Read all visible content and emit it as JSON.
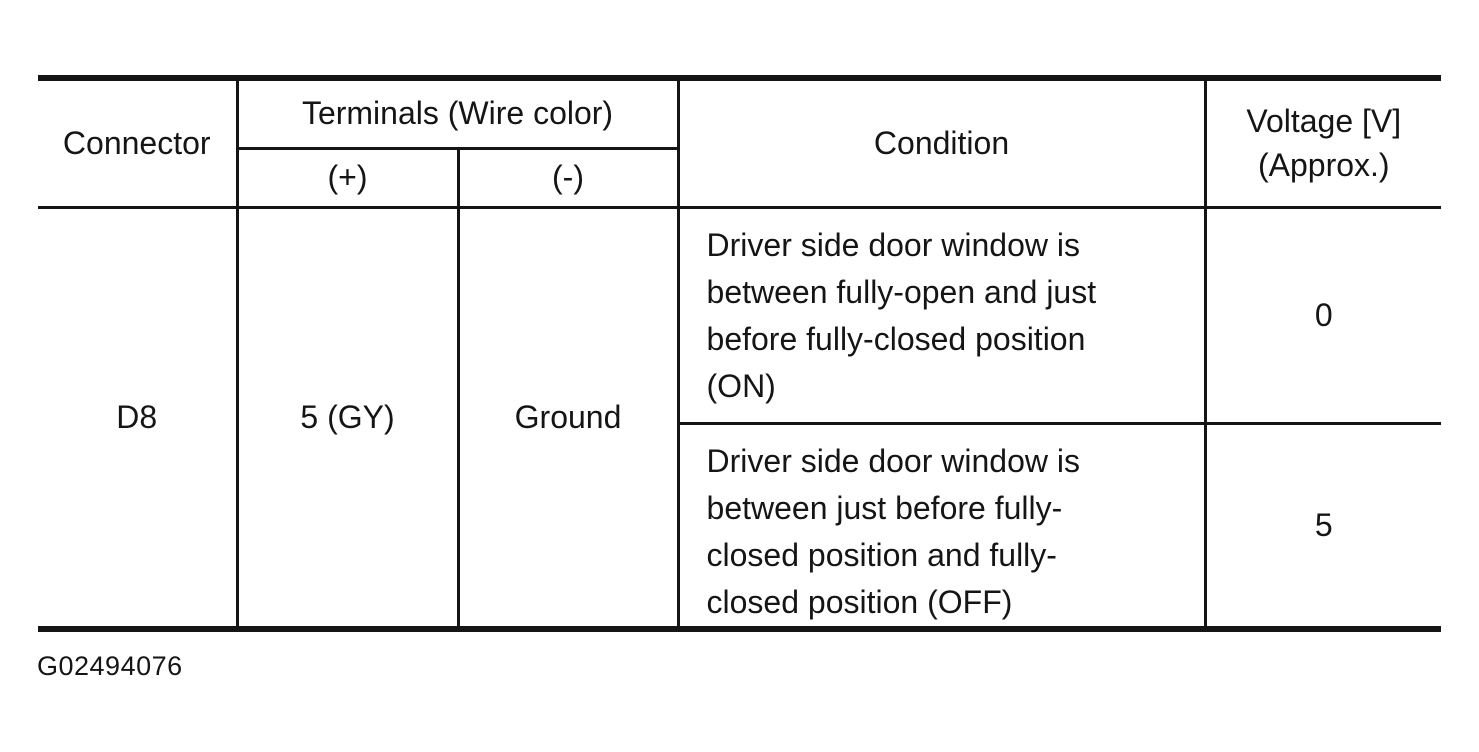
{
  "table": {
    "headers": {
      "connector": "Connector",
      "terminals": "Terminals (Wire color)",
      "plus": "(+)",
      "minus": "(-)",
      "condition": "Condition",
      "voltage": "Voltage [V]\n(Approx.)"
    },
    "row": {
      "connector": "D8",
      "terminal_plus": "5 (GY)",
      "terminal_minus": "Ground",
      "conditions": [
        {
          "text": "Driver side door window is\nbetween fully-open and just\nbefore fully-closed position\n(ON)",
          "voltage": "0"
        },
        {
          "text": "Driver side door window is\nbetween just before fully-\nclosed position and fully-\nclosed position (OFF)",
          "voltage": "5"
        }
      ]
    }
  },
  "footer": {
    "figure_id": "G02494076"
  },
  "colors": {
    "ink": "#151515",
    "paper": "#ffffff"
  }
}
